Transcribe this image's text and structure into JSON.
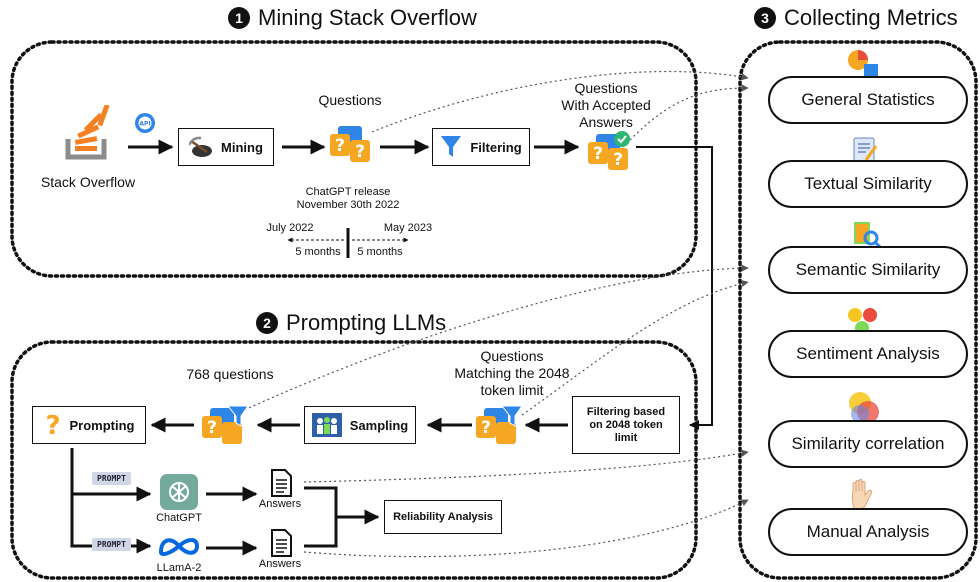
{
  "sections": {
    "mining": {
      "number": "1",
      "title": "Mining Stack Overflow"
    },
    "prompting": {
      "number": "2",
      "title": "Prompting LLMs"
    },
    "metrics": {
      "number": "3",
      "title": "Collecting Metrics"
    }
  },
  "mining": {
    "source_label": "Stack Overflow",
    "api_label": "API",
    "mining_box": "Mining",
    "questions_label": "Questions",
    "filtering_box": "Filtering",
    "accepted_label": "Questions With Accepted Answers",
    "release_line1": "ChatGPT release",
    "release_line2": "November 30th 2022",
    "timeline_left": "July 2022",
    "timeline_right": "May 2023",
    "months_left": "5 months",
    "months_right": "5 months"
  },
  "prompting": {
    "questions_count": "768 questions",
    "prompting_box": "Prompting",
    "sampling_box": "Sampling",
    "matching_label": "Questions Matching the 2048 token limit",
    "filter2048_box": "Filtering based on 2048 token limit",
    "prompt_tag": "PROMPT",
    "chatgpt_label": "ChatGPT",
    "llama_label": "LLamA-2",
    "answers_label": "Answers",
    "reliability_box": "Reliability Analysis"
  },
  "metrics": [
    "General Statistics",
    "Textual Similarity",
    "Semantic Similarity",
    "Sentiment Analysis",
    "Similarity correlation",
    "Manual Analysis"
  ],
  "icons": {
    "stackoverflow": "stackoverflow-icon",
    "api": "api-gear-icon",
    "mining": "pickaxe-icon",
    "questions": "question-bubbles-icon",
    "filter": "funnel-icon",
    "accepted": "checked-questions-icon",
    "prompting": "question-mark-icon",
    "sampling": "people-group-icon",
    "chatgpt": "chatgpt-logo-icon",
    "llama": "meta-logo-icon",
    "document": "document-icon"
  },
  "colors": {
    "accent_blue": "#2f86e6",
    "accent_orange": "#f5a623",
    "chatgpt_green": "#74aa9c",
    "meta_blue": "#0668e1"
  }
}
